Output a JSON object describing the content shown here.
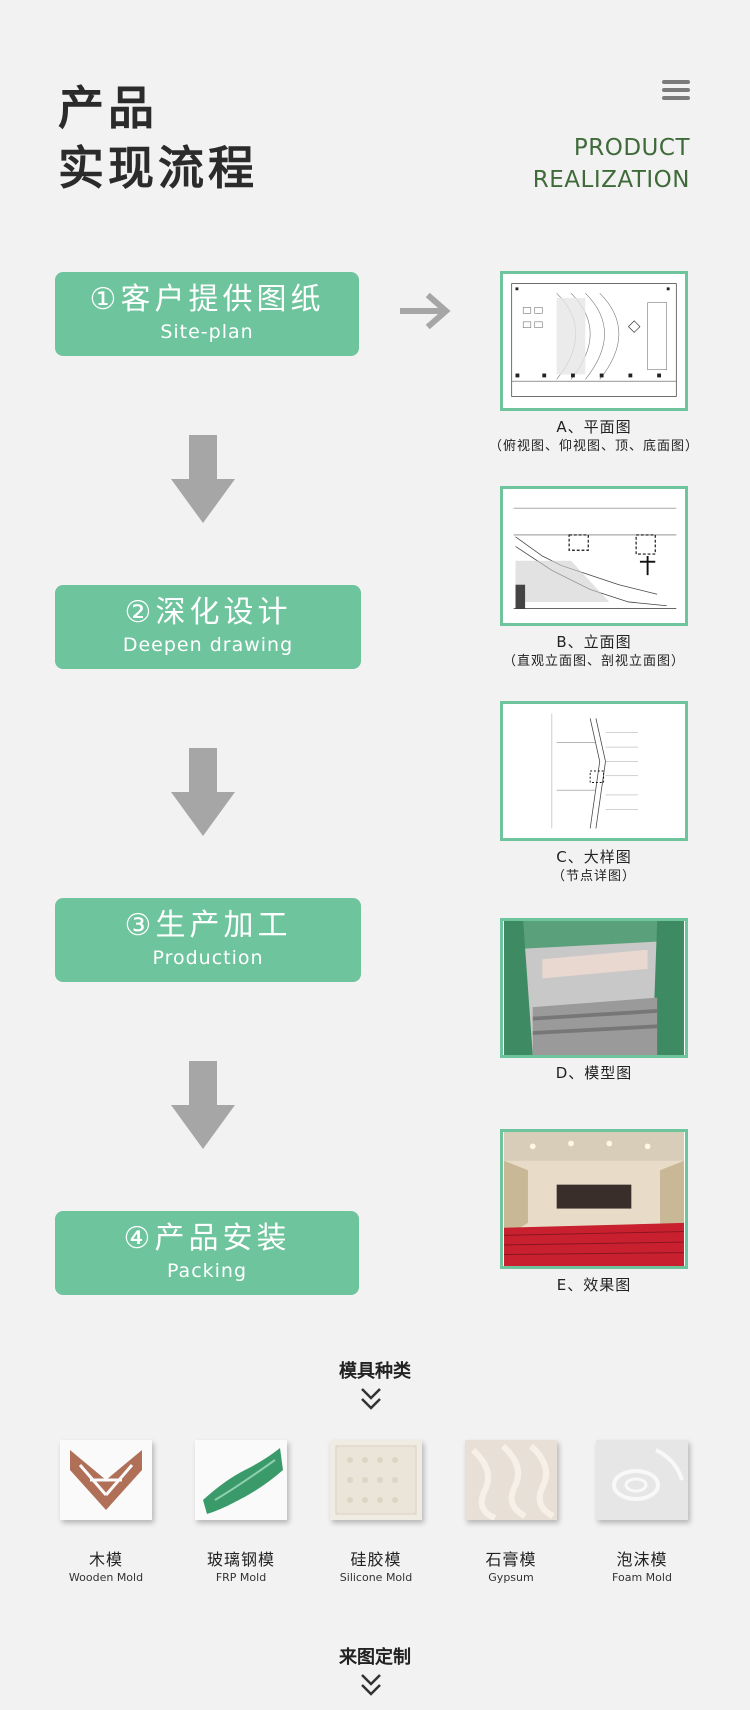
{
  "header": {
    "title_line1": "产品",
    "title_line2": "实现流程",
    "subtitle_line1": "PRODUCT",
    "subtitle_line2": "REALIZATION",
    "menu_icon": "hamburger-menu-icon"
  },
  "steps": [
    {
      "cn": "①客户提供图纸",
      "en": "Site-plan"
    },
    {
      "cn": "②深化设计",
      "en": "Deepen drawing"
    },
    {
      "cn": "③生产加工",
      "en": "Production"
    },
    {
      "cn": "④产品安装",
      "en": "Packing"
    }
  ],
  "drawings": [
    {
      "title": "A、平面图",
      "sub": "（俯视图、仰视图、顶、底面图）"
    },
    {
      "title": "B、立面图",
      "sub": "（直观立面图、剖视立面图）"
    },
    {
      "title": "C、大样图",
      "sub": "（节点详图）"
    },
    {
      "title": "D、模型图",
      "sub": ""
    },
    {
      "title": "E、效果图",
      "sub": ""
    }
  ],
  "molds": {
    "title": "模具种类",
    "items": [
      {
        "cn": "木模",
        "en": "Wooden Mold"
      },
      {
        "cn": "玻璃钢模",
        "en": "FRP Mold"
      },
      {
        "cn": "硅胶模",
        "en": "Silicone Mold"
      },
      {
        "cn": "石膏模",
        "en": "Gypsum"
      },
      {
        "cn": "泡沫模",
        "en": "Foam Mold"
      }
    ]
  },
  "custom": {
    "title": "来图定制"
  },
  "colors": {
    "accent": "#6ec49d",
    "subtitle": "#3f6b3a",
    "arrow": "#a6a6a6",
    "background": "#f2f2f2"
  }
}
